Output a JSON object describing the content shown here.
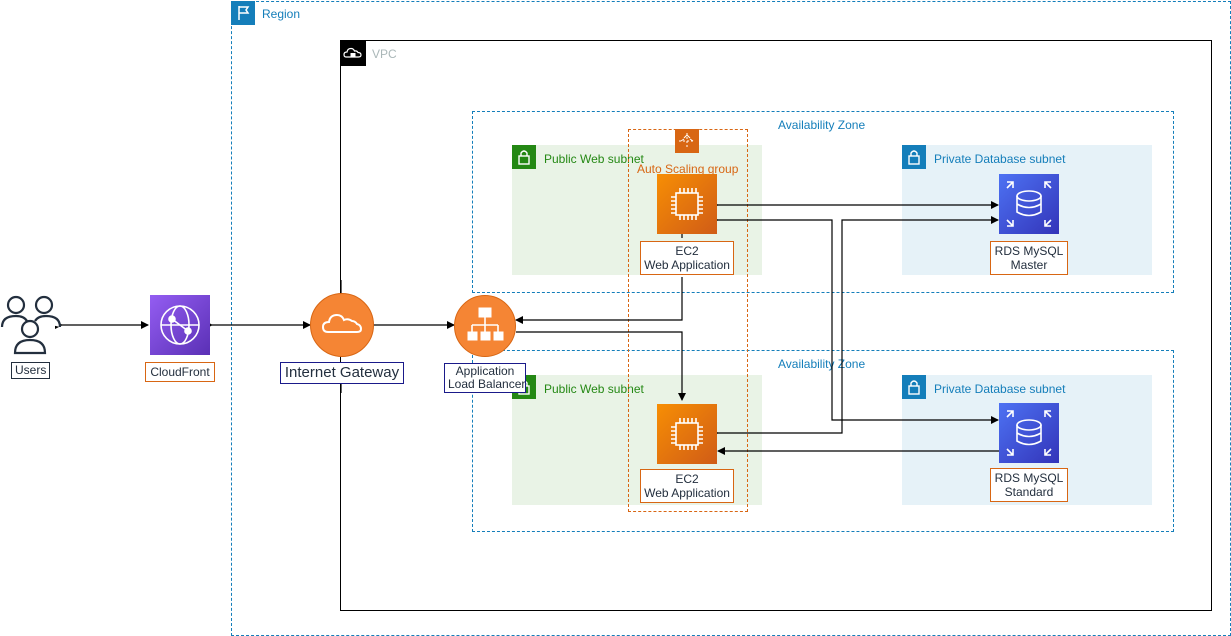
{
  "region": {
    "label": "Region"
  },
  "vpc": {
    "label": "VPC"
  },
  "availability_zones": [
    {
      "label": "Availability Zone",
      "public_subnet": {
        "label": "Public Web subnet"
      },
      "private_subnet": {
        "label": "Private Database subnet"
      },
      "ec2": {
        "line1": "EC2",
        "line2": "Web Application"
      },
      "rds": {
        "line1": "RDS MySQL",
        "line2": "Master"
      }
    },
    {
      "label": "Availability Zone",
      "public_subnet": {
        "label": "Public Web subnet"
      },
      "private_subnet": {
        "label": "Private Database subnet"
      },
      "ec2": {
        "line1": "EC2",
        "line2": "Web Application"
      },
      "rds": {
        "line1": "RDS MySQL",
        "line2": "Standard"
      }
    }
  ],
  "auto_scaling_group": {
    "label": "Auto Scaling group"
  },
  "users": {
    "label": "Users"
  },
  "cloudfront": {
    "label": "CloudFront"
  },
  "internet_gateway": {
    "label": "Internet Gateway"
  },
  "load_balancer": {
    "line1": "Application",
    "line2": "Load Balancer"
  },
  "colors": {
    "region": "#147eba",
    "public_subnet": "#248814",
    "compute_orange": "#d86613",
    "database_blue": "#3334b9",
    "cloudfront_purple": "#8c4fff"
  }
}
